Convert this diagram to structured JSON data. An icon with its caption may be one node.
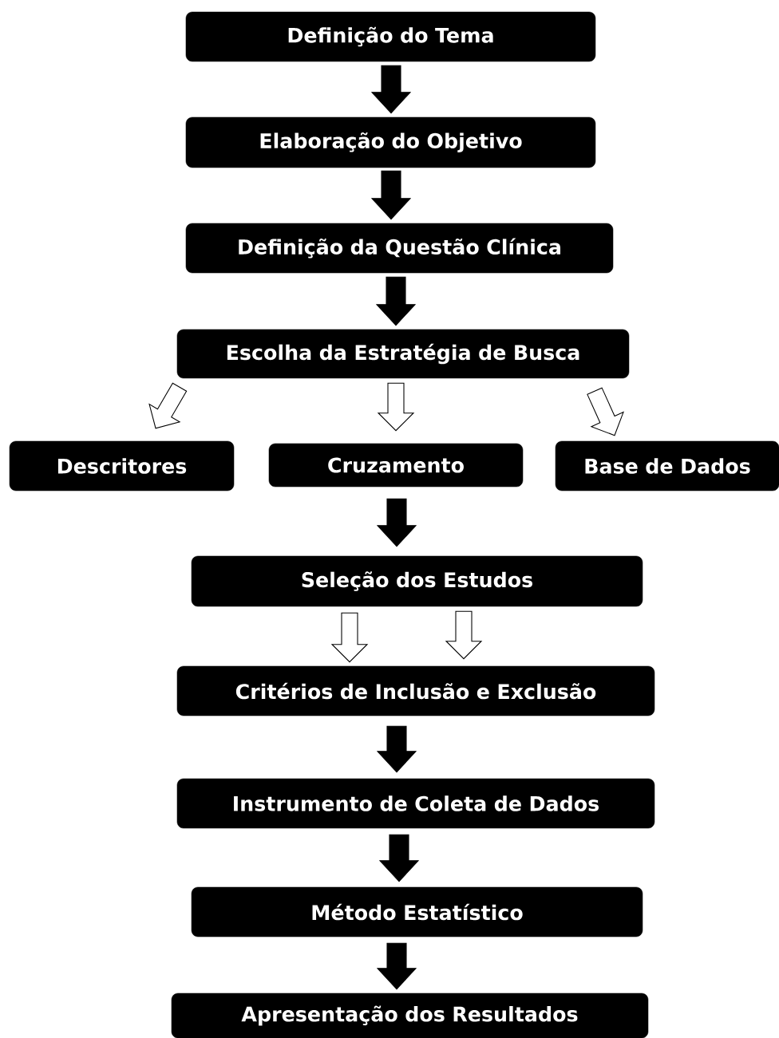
{
  "diagram": {
    "nodes": [
      {
        "text": [
          "Definição do Tema"
        ]
      },
      {
        "text": [
          "Elaboração do Objetivo"
        ]
      },
      {
        "text": [
          "Definição da Questão Clínica"
        ]
      },
      {
        "text": [
          "Escolha da Estratégia de Busca"
        ]
      },
      {
        "text": [
          "Descritores"
        ]
      },
      {
        "text": [
          "Cruzamento"
        ]
      },
      {
        "text": [
          "Base de Dados"
        ]
      },
      {
        "text": [
          "Seleção dos Estudos"
        ]
      },
      {
        "text": [
          "Critérios de Inclusão e Exclusão"
        ]
      },
      {
        "text": [
          "Instrumento de Coleta de Dados"
        ]
      },
      {
        "text": [
          "Método Estatístico"
        ]
      },
      {
        "text": [
          "Apresentação dos Resultados"
        ]
      }
    ],
    "edges": [
      {
        "from": 0,
        "to": 1,
        "arrow": "to"
      },
      {
        "from": 1,
        "to": 2,
        "arrow": "to"
      },
      {
        "from": 2,
        "to": 3,
        "arrow": "to"
      },
      {
        "from": 3,
        "to": 4,
        "arrow": "to",
        "color": "#ffffff"
      },
      {
        "from": 3,
        "to": 5,
        "arrow": "to",
        "color": "#ffffff"
      },
      {
        "from": 3,
        "to": 6,
        "arrow": "to",
        "color": "#ffffff"
      },
      {
        "from": 5,
        "to": 7,
        "arrow": "to"
      },
      {
        "from": 7,
        "to": 8,
        "arrow": "to",
        "color": "#ffffff"
      },
      {
        "from": 7,
        "to": 8,
        "arrow": "to",
        "color": "#ffffff"
      },
      {
        "from": 8,
        "to": 9,
        "arrow": "to"
      },
      {
        "from": 9,
        "to": 10,
        "arrow": "to"
      },
      {
        "from": 10,
        "to": 11,
        "arrow": "to"
      }
    ]
  }
}
